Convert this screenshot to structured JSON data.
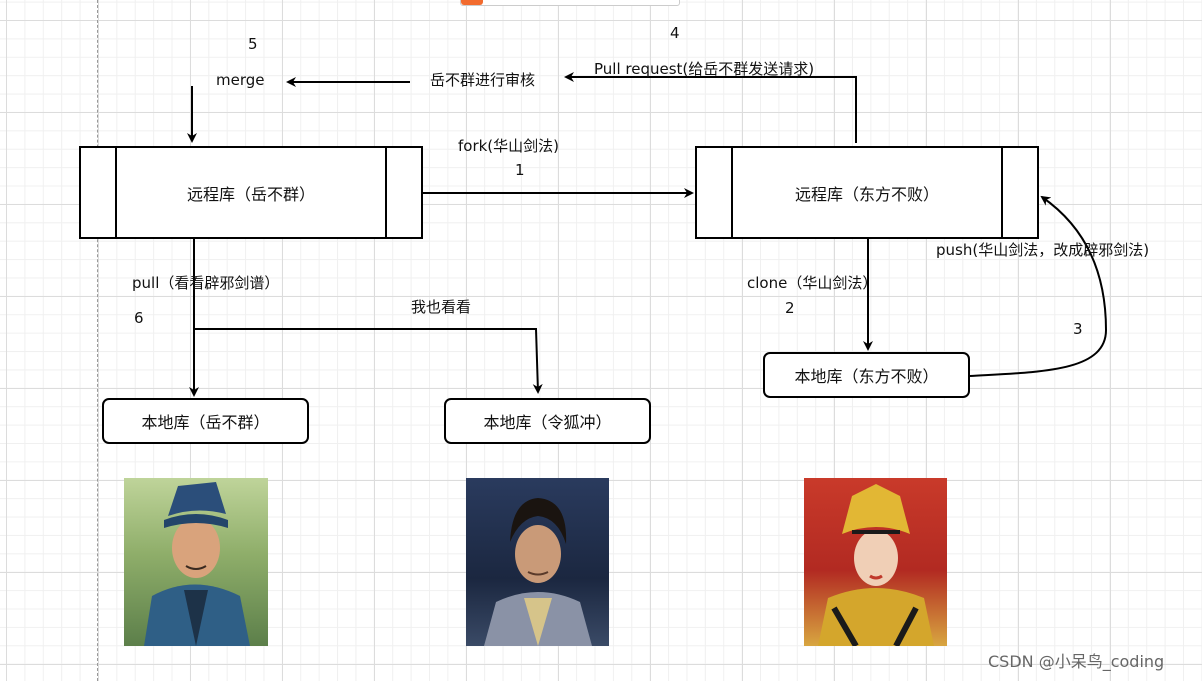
{
  "steps": {
    "s1": "1",
    "s2": "2",
    "s3": "3",
    "s4": "4",
    "s5": "5",
    "s6": "6"
  },
  "labels": {
    "merge": "merge",
    "review": "岳不群进行审核",
    "pull_request": "Pull request(给岳不群发送请求)",
    "fork": "fork(华山剑法)",
    "push": "push(华山剑法，改成辟邪剑法)",
    "clone": "clone（华山剑法）",
    "pull": "pull（看看辟邪剑谱）",
    "also_look": "我也看看"
  },
  "boxes": {
    "remote_yue": "远程库（岳不群）",
    "remote_dongfang": "远程库（东方不败）",
    "local_yue": "本地库（岳不群）",
    "local_linghu": "本地库（令狐冲）",
    "local_dongfang": "本地库（东方不败）"
  },
  "watermark": "CSDN @小呆鸟_coding",
  "colors": {
    "accent_chip": "#f26b2e",
    "line": "#000000",
    "grid": "#dcdcdc"
  }
}
